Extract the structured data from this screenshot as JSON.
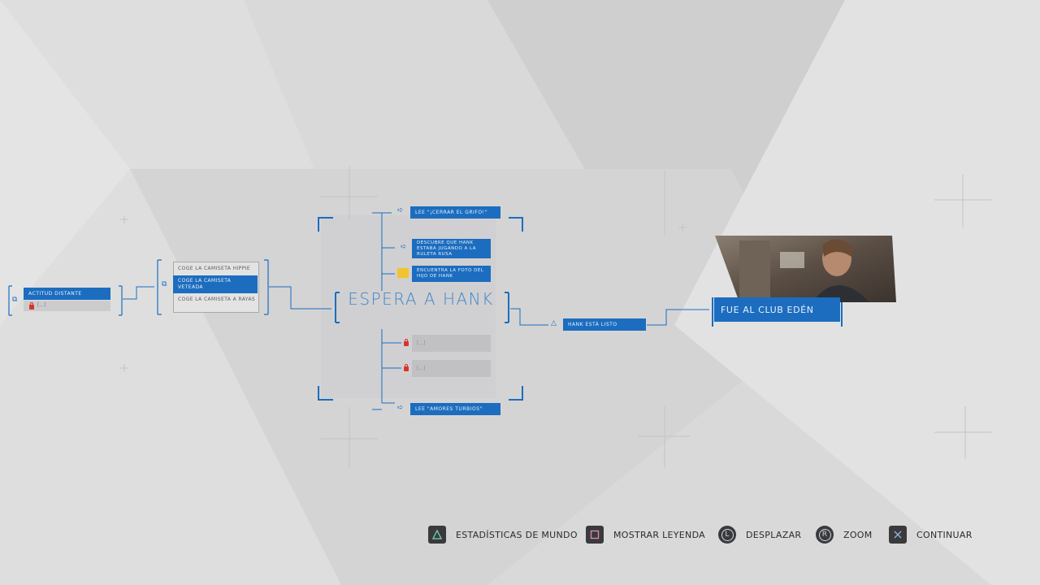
{
  "colors": {
    "accent": "#1c6dbf",
    "lock": "#d9342b",
    "bg": "#d9d9da"
  },
  "left_node": {
    "label": "ACTITUD DISTANTE",
    "locked_label": "[...]"
  },
  "choices": [
    {
      "label": "COGE LA CAMISETA HIPPIE"
    },
    {
      "label": "COGE LA CAMISETA VETEADA"
    },
    {
      "label": "COGE LA CAMISETA A RAYAS"
    }
  ],
  "center": {
    "title": "ESPERA A HANK"
  },
  "branches": {
    "top": "LEE \"¡CERRAR EL GRIFO!\"",
    "clue1": "DESCUBRE QUE HANK ESTABA JUGANDO A LA RULETA RUSA",
    "clue2": "ENCUENTRA LA FOTO DEL HIJO DE HANK",
    "locked1": "[...]",
    "locked2": "[...]",
    "bottom": "LEE \"AMORES TURBIOS\""
  },
  "outcome": {
    "label": "HANK ESTÁ LISTO"
  },
  "next_chapter": {
    "label": "FUE AL CLUB EDÉN"
  },
  "legend": [
    {
      "icon": "triangle-icon",
      "label": "ESTADÍSTICAS DE MUNDO"
    },
    {
      "icon": "square-icon",
      "label": "MOSTRAR LEYENDA"
    },
    {
      "icon": "left-stick-icon",
      "glyph": "L",
      "label": "DESPLAZAR"
    },
    {
      "icon": "right-stick-icon",
      "glyph": "R",
      "label": "ZOOM"
    },
    {
      "icon": "cross-icon",
      "label": "CONTINUAR"
    }
  ]
}
